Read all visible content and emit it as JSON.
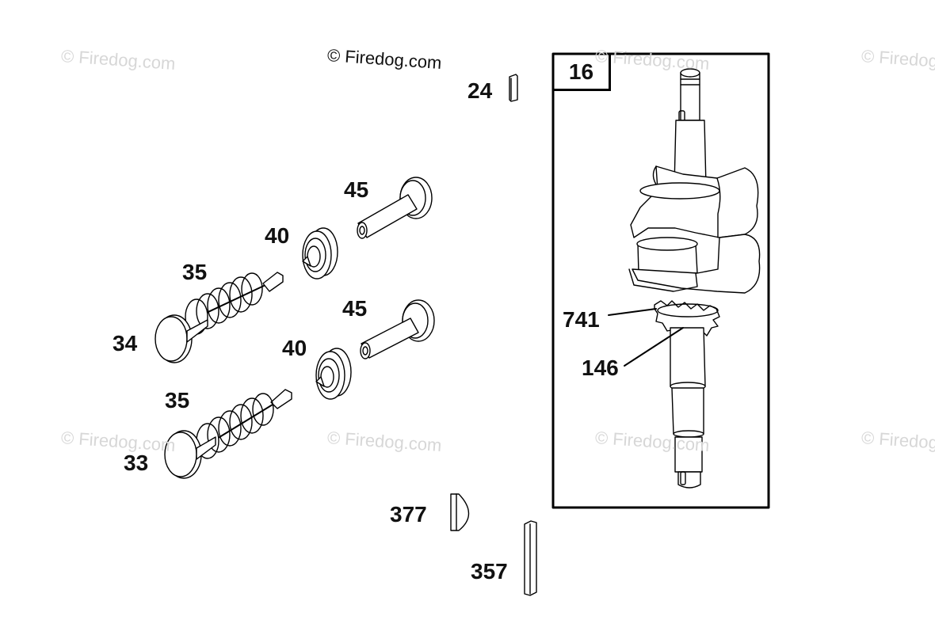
{
  "watermarks": {
    "main": "© Firedog.com",
    "faint": "© Firedog.com"
  },
  "box": {
    "label": "16"
  },
  "callouts": {
    "p24": "24",
    "p45a": "45",
    "p40a": "40",
    "p35a": "35",
    "p34": "34",
    "p45b": "45",
    "p40b": "40",
    "p35b": "35",
    "p33": "33",
    "p741": "741",
    "p146": "146",
    "p377": "377",
    "p357": "357"
  },
  "colors": {
    "line": "#000000",
    "watermark": "#d7d7d7"
  }
}
